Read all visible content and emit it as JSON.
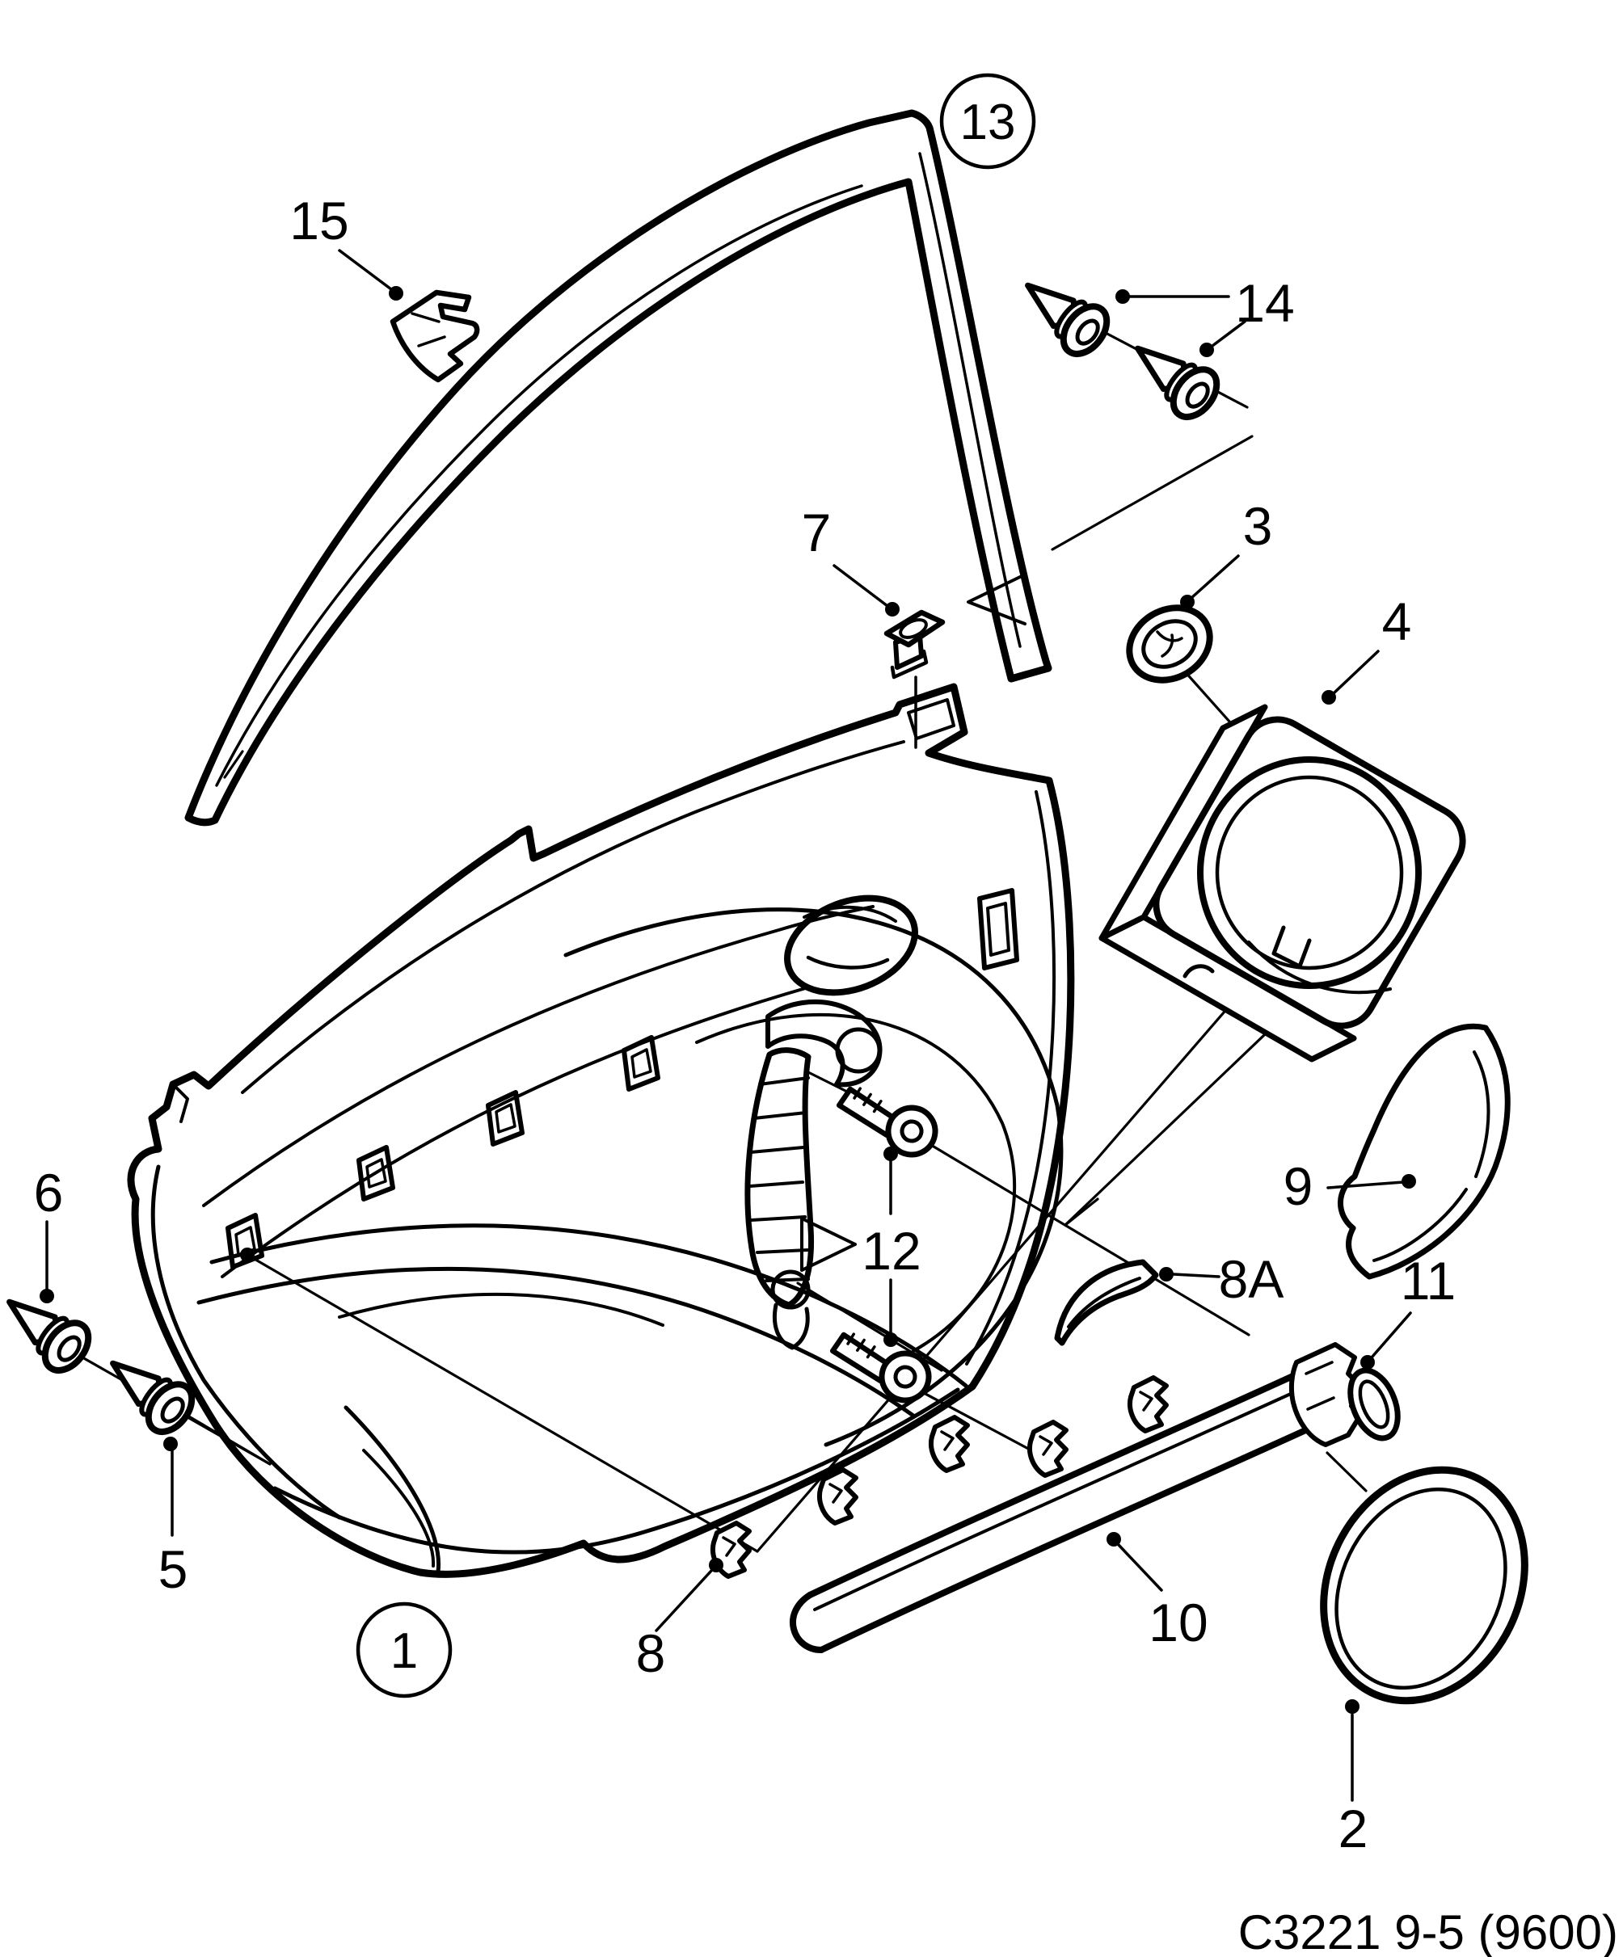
{
  "diagram": {
    "type": "exploded-parts-diagram",
    "subject": "rear door interior trim panel assembly",
    "caption": "C3221 9-5 (9600)",
    "background_color": "#ffffff",
    "line_color": "#000000",
    "callouts": {
      "1": {
        "label": "1",
        "style": "circled"
      },
      "2": {
        "label": "2",
        "style": "plain"
      },
      "3": {
        "label": "3",
        "style": "plain"
      },
      "4": {
        "label": "4",
        "style": "plain"
      },
      "5": {
        "label": "5",
        "style": "plain"
      },
      "6": {
        "label": "6",
        "style": "plain"
      },
      "7": {
        "label": "7",
        "style": "plain"
      },
      "8": {
        "label": "8",
        "style": "plain"
      },
      "8A": {
        "label": "8A",
        "style": "plain"
      },
      "9": {
        "label": "9",
        "style": "plain"
      },
      "10": {
        "label": "10",
        "style": "plain"
      },
      "11": {
        "label": "11",
        "style": "plain"
      },
      "12": {
        "label": "12",
        "style": "plain"
      },
      "13": {
        "label": "13",
        "style": "circled"
      },
      "14": {
        "label": "14",
        "style": "plain"
      },
      "15": {
        "label": "15",
        "style": "plain"
      }
    }
  }
}
